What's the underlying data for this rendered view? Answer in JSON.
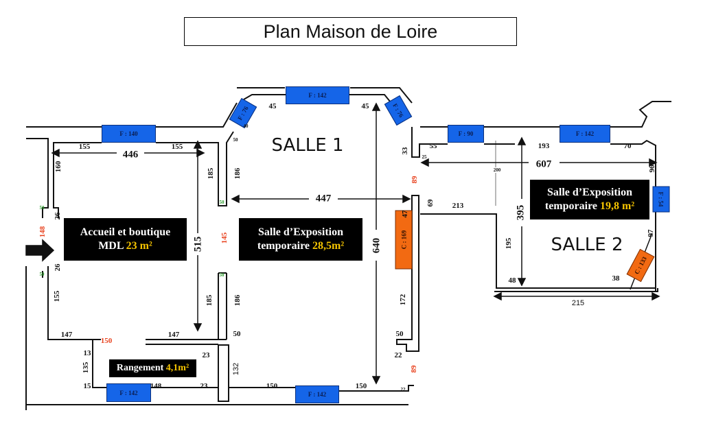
{
  "title": "Plan Maison de Loire",
  "rooms": {
    "salle1": "SALLE 1",
    "salle2": "SALLE 2",
    "accueil": {
      "line1": "Accueil et boutique",
      "line2": "MDL",
      "area": "23 m²"
    },
    "expo1": {
      "line1": "Salle d’Exposition",
      "line2": "temporaire",
      "area": "28,5m²"
    },
    "expo2": {
      "line1": "Salle d’Exposition",
      "line2": "temporaire",
      "area": "19,8 m²"
    },
    "rangement": {
      "label": "Rangement",
      "area": "4,1m²"
    }
  },
  "windows": [
    "F : 140",
    "F : 76",
    "F : 142",
    "F : 76",
    "F : 90",
    "F : 142",
    "F : 54",
    "F : 142",
    "F : 142"
  ],
  "doors": [
    "C : 169",
    "C : 133"
  ],
  "dims": [
    "155",
    "446",
    "155",
    "160",
    "185",
    "186",
    "50",
    "26",
    "148",
    "515",
    "145",
    "45",
    "45",
    "40",
    "50",
    "447",
    "50",
    "33",
    "55",
    "25",
    "89",
    "69",
    "213",
    "47",
    "640",
    "193",
    "70",
    "607",
    "200",
    "96",
    "395",
    "195",
    "97",
    "48",
    "38",
    "215",
    "26",
    "155",
    "50",
    "185",
    "186",
    "50",
    "172",
    "147",
    "150",
    "147",
    "50",
    "13",
    "135",
    "23",
    "132",
    "15",
    "148",
    "23",
    "150",
    "150",
    "50",
    "22",
    "89",
    "22"
  ],
  "colors": {
    "window": "#1565e8",
    "door": "#f26a12",
    "area": "#f5c400",
    "red_dim": "#e8401c",
    "green_dim": "#2a9a2a"
  }
}
